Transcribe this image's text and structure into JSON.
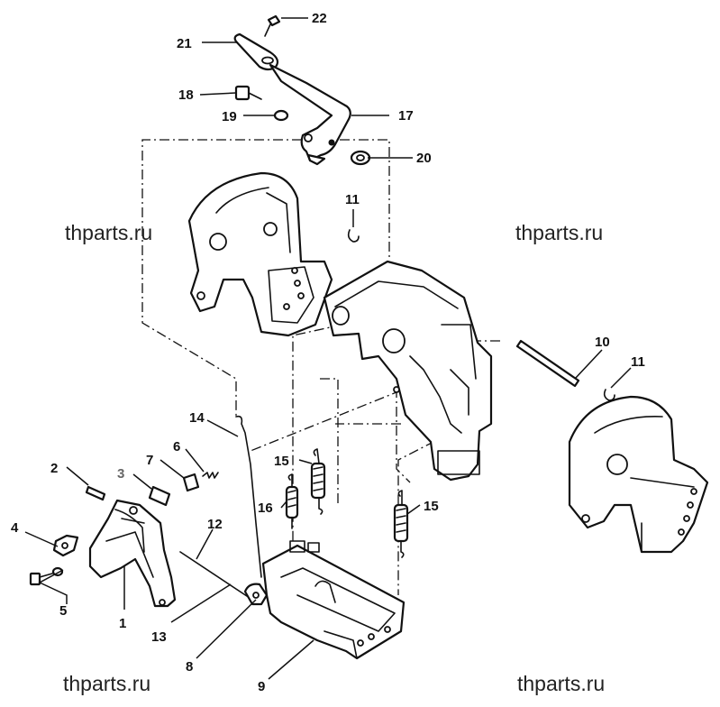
{
  "callouts": [
    {
      "id": "c1",
      "label": "1"
    },
    {
      "id": "c2",
      "label": "2"
    },
    {
      "id": "c3",
      "label": "3"
    },
    {
      "id": "c4",
      "label": "4"
    },
    {
      "id": "c5",
      "label": "5"
    },
    {
      "id": "c6",
      "label": "6"
    },
    {
      "id": "c7",
      "label": "7"
    },
    {
      "id": "c8",
      "label": "8"
    },
    {
      "id": "c9",
      "label": "9"
    },
    {
      "id": "c10",
      "label": "10"
    },
    {
      "id": "c11a",
      "label": "11"
    },
    {
      "id": "c11b",
      "label": "11"
    },
    {
      "id": "c12",
      "label": "12"
    },
    {
      "id": "c13",
      "label": "13"
    },
    {
      "id": "c14",
      "label": "14"
    },
    {
      "id": "c15a",
      "label": "15"
    },
    {
      "id": "c15b",
      "label": "15"
    },
    {
      "id": "c16",
      "label": "16"
    },
    {
      "id": "c17",
      "label": "17"
    },
    {
      "id": "c18",
      "label": "18"
    },
    {
      "id": "c19",
      "label": "19"
    },
    {
      "id": "c20",
      "label": "20"
    },
    {
      "id": "c21",
      "label": "21"
    },
    {
      "id": "c22",
      "label": "22"
    }
  ],
  "watermarks": [
    "thparts.ru",
    "thparts.ru",
    "thparts.ru",
    "thparts.ru"
  ]
}
